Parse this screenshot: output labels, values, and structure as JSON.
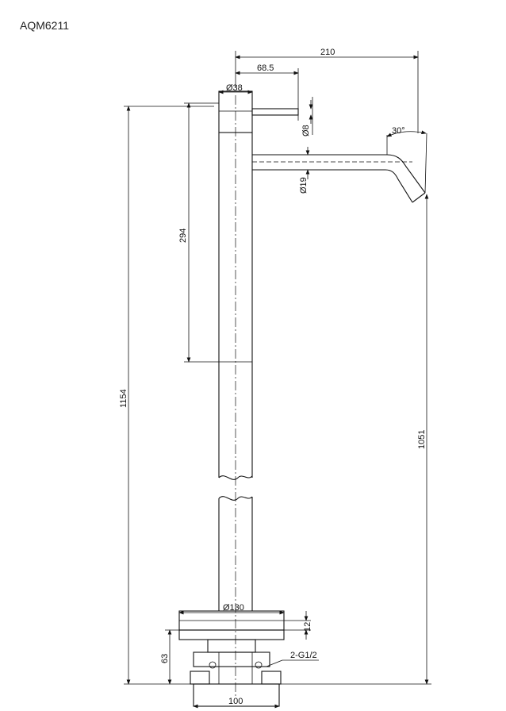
{
  "title": "AQM6211",
  "dimensions": {
    "overall_reach": "210",
    "handle_offset": "68.5",
    "body_diameter": "Ø38",
    "handle_diameter": "Ø8",
    "spout_angle": "30°",
    "spout_diameter": "Ø19",
    "handle_drop": "294",
    "total_height": "1154",
    "spout_height": "1051",
    "base_diameter": "Ø130",
    "base_plate_thickness": "12",
    "base_height": "63",
    "inlet_connections": "2-G1/2",
    "base_width": "100"
  }
}
